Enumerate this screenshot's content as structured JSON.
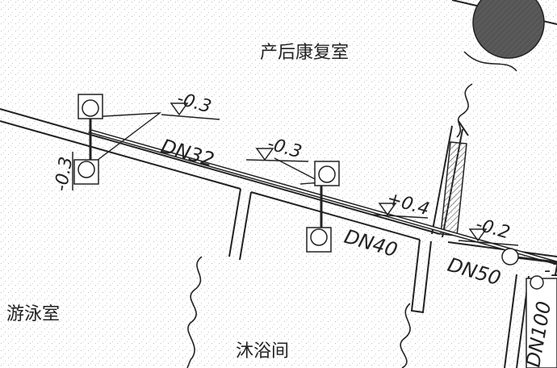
{
  "rooms": {
    "postnatal_recovery": "产后康复室",
    "swimming": "游泳室",
    "shower": "沐浴间"
  },
  "pipe_sizes": [
    "DN32",
    "DN40",
    "DN50",
    "DN100"
  ],
  "elevations": {
    "e1": "-0.3",
    "e2": "-0.3",
    "e3": "-0.3",
    "e4": "+0.4",
    "e5": "-0.2",
    "e6": "-1"
  },
  "colors": {
    "ink": "#222222",
    "paper": "#ffffff",
    "fill_dark": "#555555"
  }
}
